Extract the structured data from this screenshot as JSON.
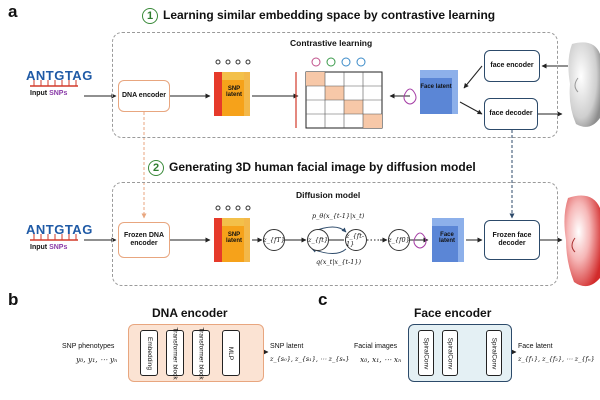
{
  "panel_a": {
    "letter": "a",
    "step1": {
      "number": "1",
      "title": "Learning similar embedding space by contrastive learning"
    },
    "step2": {
      "number": "2",
      "title": "Generating 3D human facial image by diffusion model"
    },
    "contrastive_title": "Contrastive learning",
    "diffusion_title": "Diffusion model",
    "snp_sequence": "ANTGTAG",
    "input_label_prefix": "Input ",
    "input_label_highlight": "SNPs",
    "dna_encoder": "DNA encoder",
    "frozen_dna_encoder": "Frozen DNA encoder",
    "snp_latent": "SNP latent",
    "face_latent": "Face latent",
    "face_encoder": "face encoder",
    "face_decoder": "face decoder",
    "frozen_face_decoder": "Frozen face decoder",
    "z_nodes": [
      "z_{fT}",
      "z_{ft}",
      "z_{ft-1}",
      "z_{f0}"
    ],
    "reverse_process": "p_θ(x_{t-1}|x_t)",
    "forward_process": "q(x_t|x_{t-1})",
    "colors": {
      "accent_green": "#3a8a3a",
      "orange": "#e8a67f",
      "navy": "#2c4a6a",
      "snp_red": "#d23a2a",
      "snp_latent": "#f6a21a",
      "face_latent": "#5b86d6"
    }
  },
  "panel_b": {
    "letter": "b",
    "title": "DNA encoder",
    "input_label": "SNP phenotypes",
    "input_vars": "y₀, y₁, ⋯ yₙ",
    "blocks": [
      "Embedding",
      "Transformer block",
      "Transformer block",
      "MLP"
    ],
    "output_label": "SNP latent",
    "output_vars": "z_{s₀}, z_{s₁}, ⋯ z_{sₙ}"
  },
  "panel_c": {
    "letter": "c",
    "title": "Face encoder",
    "input_label": "Facial images",
    "input_vars": "x₀, x₁, ⋯ xₙ",
    "blocks": [
      "SpiralConv",
      "SpiralConv",
      "SpiralConv"
    ],
    "output_label": "Face latent",
    "output_vars": "z_{f₁}, z_{f₂}, ⋯ z_{fₙ}"
  }
}
